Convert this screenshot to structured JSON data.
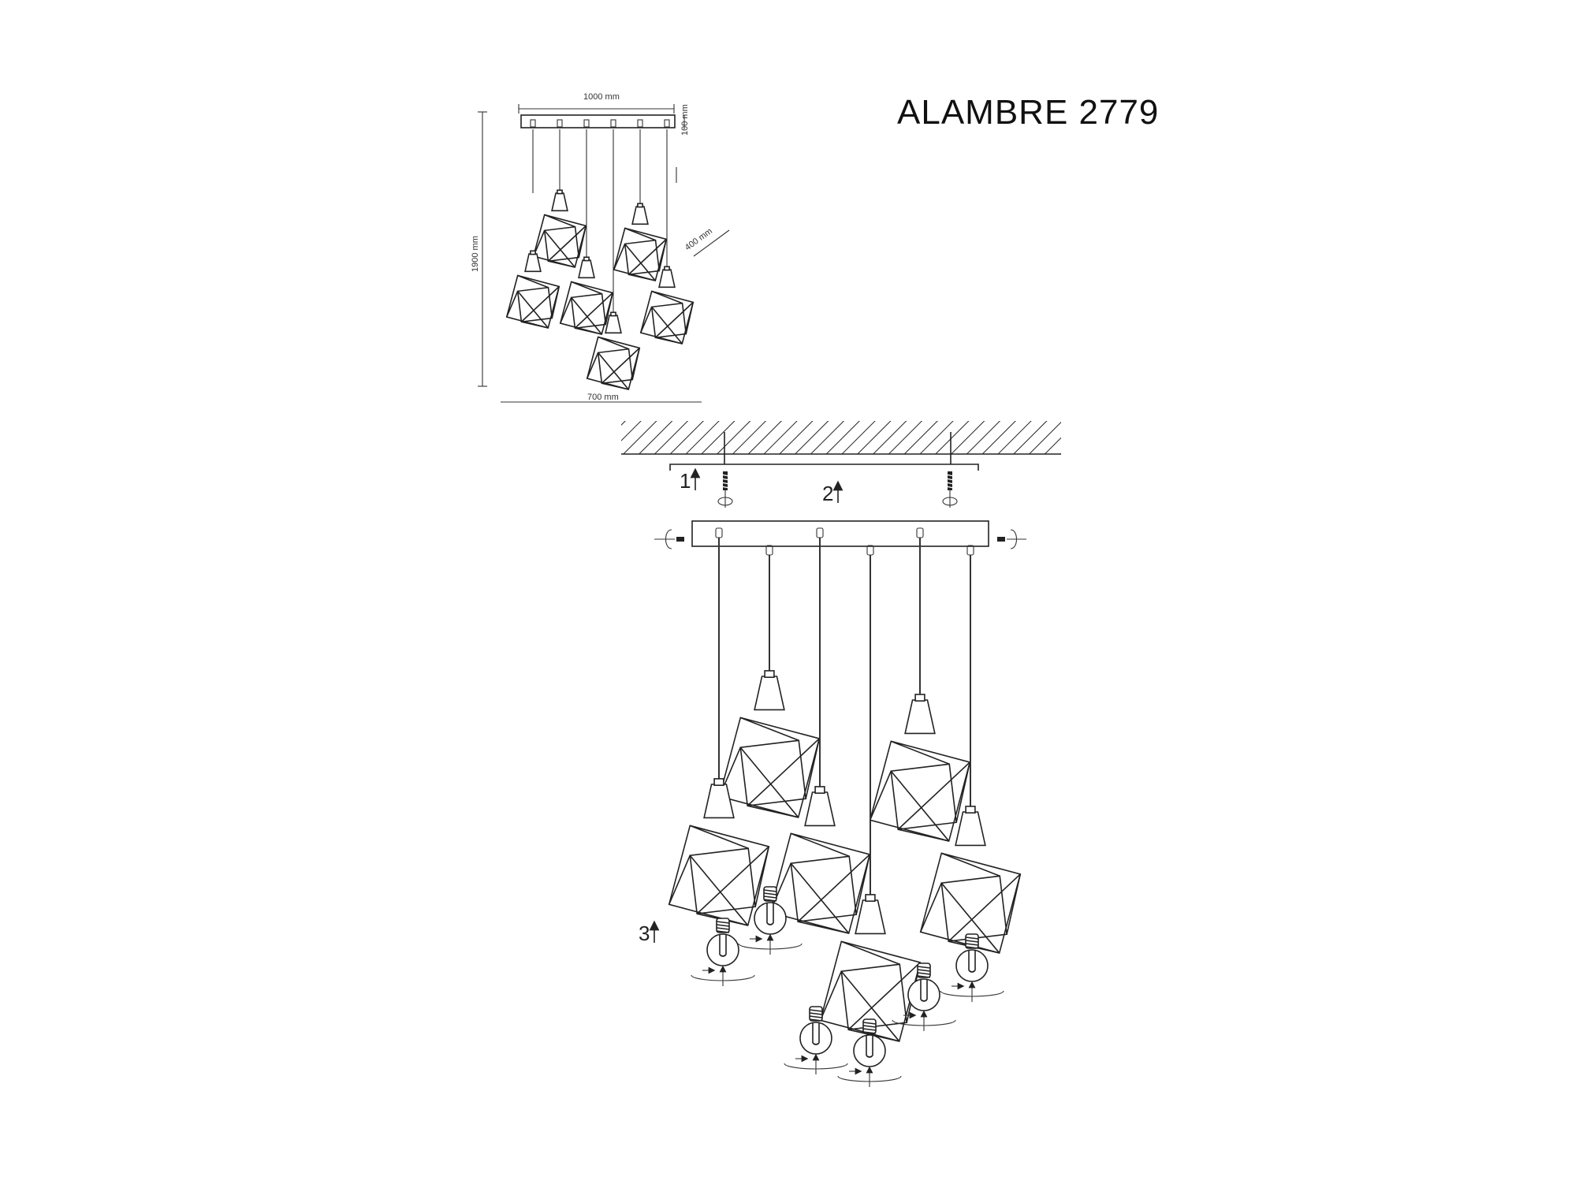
{
  "title": "ALAMBRE 2779",
  "overview": {
    "dim_top": "1000 mm",
    "dim_side": "1900 mm",
    "dim_bottom": "700 mm",
    "dim_height": "100 mm",
    "dim_diag": "400 mm"
  },
  "steps": {
    "step1": "1",
    "step2": "2",
    "step3": "3"
  },
  "icons": {
    "cube": "wire-cube-shade-icon",
    "bulb": "light-bulb-icon",
    "screw": "wall-plug-screw-icon",
    "rotate": "rotate-arrow-icon"
  }
}
